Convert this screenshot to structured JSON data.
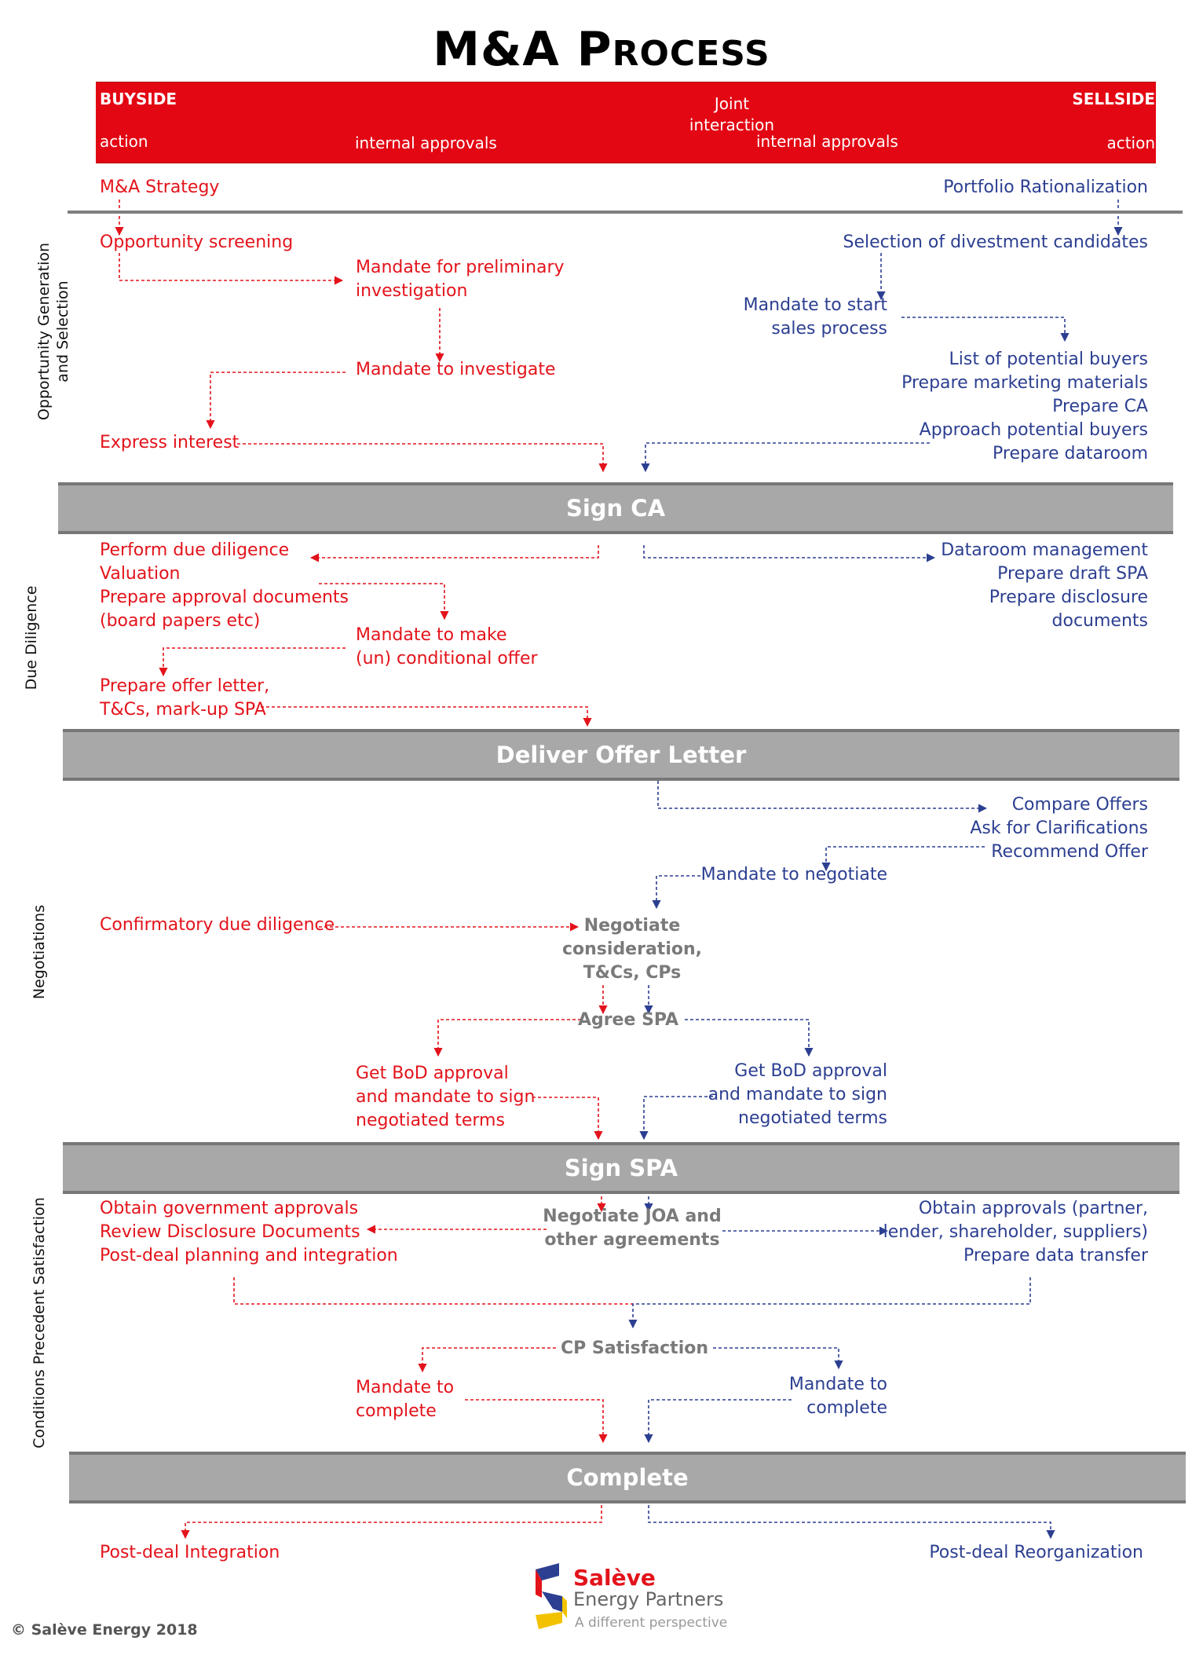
{
  "title": {
    "first": "M&A P",
    "rest": "ROCESS"
  },
  "header": {
    "buyside": "BUYSIDE",
    "sellside": "SELLSIDE",
    "action_left": "action",
    "internal_left": "internal approvals",
    "joint_1": "Joint",
    "joint_2": "interaction",
    "internal_right": "internal approvals",
    "action_right": "action"
  },
  "phases": {
    "opportunity": "Opportunity Generation\nand Selection",
    "diligence": "Due Diligence",
    "negotiations": "Negotiations",
    "conditions": "Conditions Precedent Satisfaction"
  },
  "milestones": {
    "sign_ca": "Sign CA",
    "offer_letter": "Deliver Offer Letter",
    "sign_spa": "Sign SPA",
    "complete": "Complete"
  },
  "buy": {
    "strategy": "M&A Strategy",
    "screening": "Opportunity screening",
    "mandate_prelim": "Mandate for preliminary\ninvestigation",
    "mandate_investigate": "Mandate to investigate",
    "express_interest": "Express interest",
    "dd_list": "Perform due diligence\nValuation\nPrepare approval documents\n(board papers etc)",
    "mandate_offer": "Mandate to make\n(un) conditional offer",
    "prepare_offer": "Prepare offer letter,\nT&Cs, mark-up SPA",
    "confirmatory": "Confirmatory due diligence",
    "bod_approval": "Get BoD approval\nand mandate to sign\nnegotiated terms",
    "cp_list": "Obtain government approvals\nReview Disclosure Documents\nPost-deal planning and integration",
    "mandate_complete": "Mandate to\ncomplete",
    "post_integration": "Post-deal Integration"
  },
  "sell": {
    "portfolio": "Portfolio Rationalization",
    "selection": "Selection of divestment candidates",
    "mandate_sales": "Mandate to start\nsales process",
    "prep_list": "List of potential buyers\nPrepare marketing materials\nPrepare CA\nApproach potential buyers\nPrepare dataroom",
    "dataroom_list": "Dataroom management\nPrepare draft SPA\nPrepare disclosure\ndocuments",
    "compare_list": "Compare Offers\nAsk for Clarifications\nRecommend Offer",
    "mandate_negotiate": "Mandate to negotiate",
    "bod_approval": "Get BoD approval\nand mandate to sign\nnegotiated terms",
    "cp_list": "Obtain approvals (partner,\nlender, shareholder, suppliers)\nPrepare data transfer",
    "mandate_complete": "Mandate to\ncomplete",
    "post_reorg": "Post-deal Reorganization"
  },
  "joint": {
    "negotiate": "Negotiate\nconsideration,\nT&Cs, CPs",
    "agree_spa": "Agree SPA",
    "negotiate_joa": "Negotiate JOA and\nother agreements",
    "cp_satisfaction": "CP Satisfaction"
  },
  "logo": {
    "name": "Salève",
    "sub": "Energy Partners",
    "tagline": "A different perspective"
  },
  "copyright": "© Salève Energy 2018",
  "colors": {
    "buyside": "#e3131b",
    "sellside": "#2c3f91",
    "joint": "#7a7a7a",
    "header": "#e30613",
    "milestone": "#a8a8a8"
  }
}
